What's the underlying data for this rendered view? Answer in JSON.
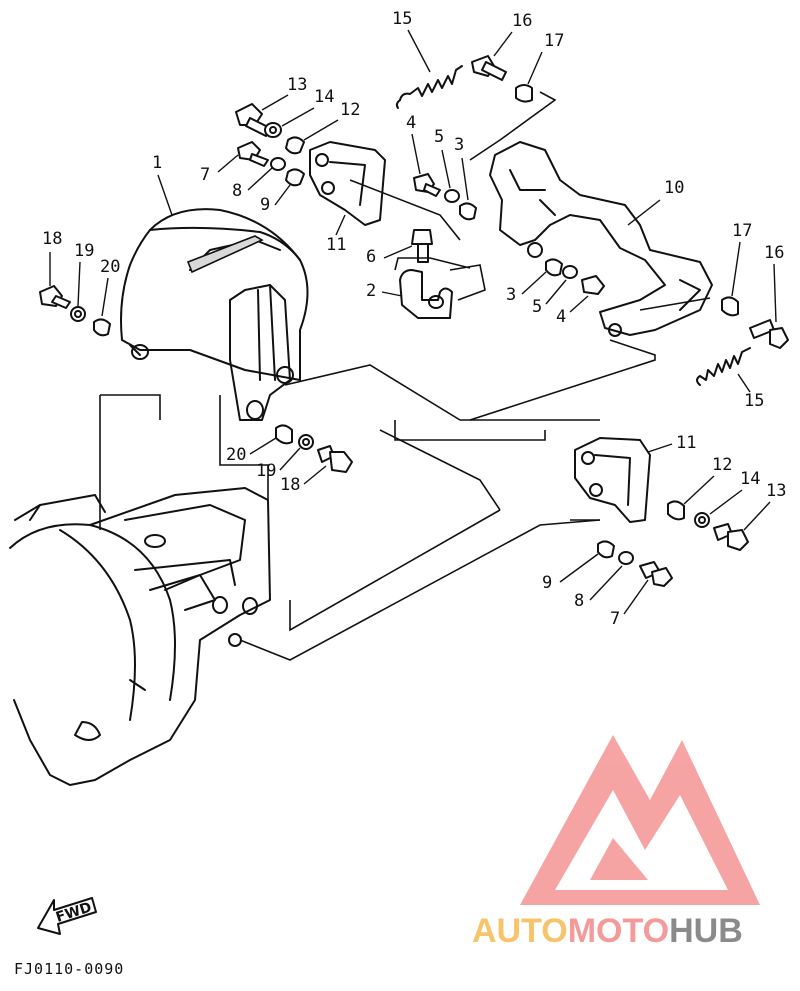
{
  "diagram": {
    "code": "FJ0110-0090",
    "direction_label": "FWD",
    "watermark": {
      "part1": "AUTO",
      "part2": "MOTO",
      "part3": "HUB",
      "colors": {
        "auto": "#f7c46b",
        "moto": "#f59a9a",
        "hub": "#8a8a8a",
        "logo": "#f59a9a"
      }
    },
    "callouts": {
      "c1": "1",
      "c2": "2",
      "c3a": "3",
      "c3b": "3",
      "c4a": "4",
      "c4b": "4",
      "c5a": "5",
      "c5b": "5",
      "c6": "6",
      "c7a": "7",
      "c7b": "7",
      "c8a": "8",
      "c8b": "8",
      "c9a": "9",
      "c9b": "9",
      "c10": "10",
      "c11a": "11",
      "c11b": "11",
      "c12a": "12",
      "c12b": "12",
      "c13a": "13",
      "c13b": "13",
      "c14a": "14",
      "c14b": "14",
      "c15a": "15",
      "c15b": "15",
      "c16a": "16",
      "c16b": "16",
      "c17a": "17",
      "c17b": "17",
      "c18a": "18",
      "c18b": "18",
      "c19a": "19",
      "c19b": "19",
      "c20a": "20",
      "c20b": "20"
    }
  }
}
